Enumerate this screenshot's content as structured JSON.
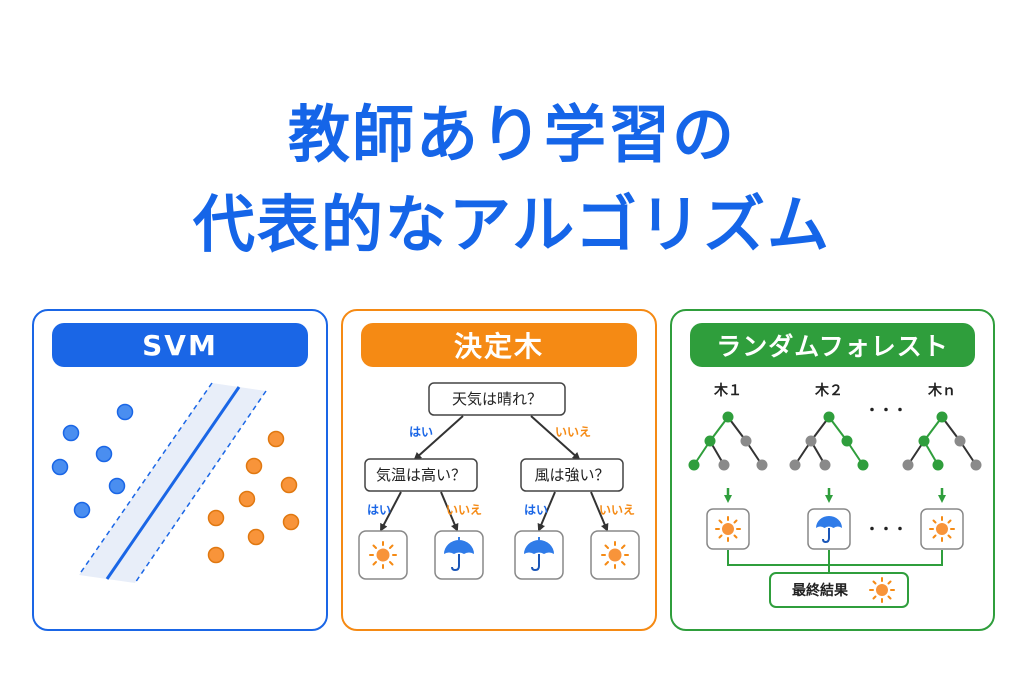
{
  "title": {
    "line1": "教師あり学習の",
    "line2": "代表的なアルゴリズム"
  },
  "colors": {
    "blue": "#1a66e6",
    "orange": "#f58a14",
    "green": "#2f9e3c",
    "gray": "#8a8a8a"
  },
  "svm": {
    "label": "SVM"
  },
  "decision_tree": {
    "label": "決定木",
    "root": "天気は晴れ？",
    "left_node": "気温は高い？",
    "right_node": "風は強い？",
    "yes": "はい",
    "no": "いいえ",
    "leaves": [
      "sun-icon",
      "umbrella-icon",
      "umbrella-icon",
      "sun-icon"
    ]
  },
  "random_forest": {
    "label": "ランダムフォレスト",
    "trees": [
      "木１",
      "木２",
      "木ｎ"
    ],
    "dots": "・・・",
    "outputs": [
      "sun-icon",
      "umbrella-icon",
      "sun-icon"
    ],
    "result_label": "最終結果",
    "result_icon": "sun-icon"
  }
}
